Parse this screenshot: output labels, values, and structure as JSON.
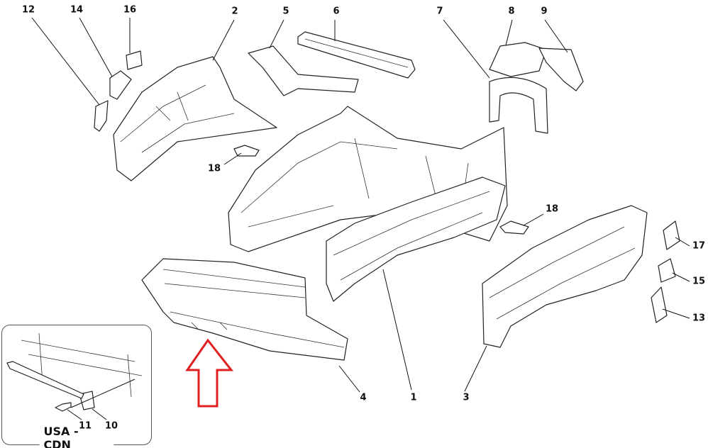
{
  "diagram": {
    "callouts": [
      {
        "id": "label-12",
        "text": "12"
      },
      {
        "id": "label-14",
        "text": "14"
      },
      {
        "id": "label-16",
        "text": "16"
      },
      {
        "id": "label-2",
        "text": "2"
      },
      {
        "id": "label-5",
        "text": "5"
      },
      {
        "id": "label-6",
        "text": "6"
      },
      {
        "id": "label-7",
        "text": "7"
      },
      {
        "id": "label-8",
        "text": "8"
      },
      {
        "id": "label-9",
        "text": "9"
      },
      {
        "id": "label-18a",
        "text": "18"
      },
      {
        "id": "label-18b",
        "text": "18"
      },
      {
        "id": "label-17",
        "text": "17"
      },
      {
        "id": "label-15",
        "text": "15"
      },
      {
        "id": "label-13",
        "text": "13"
      },
      {
        "id": "label-4",
        "text": "4"
      },
      {
        "id": "label-1",
        "text": "1"
      },
      {
        "id": "label-3",
        "text": "3"
      },
      {
        "id": "label-11",
        "text": "11"
      },
      {
        "id": "label-10",
        "text": "10"
      }
    ],
    "inset": {
      "title": "USA - CDN"
    },
    "highlight_color": "#e02020"
  }
}
